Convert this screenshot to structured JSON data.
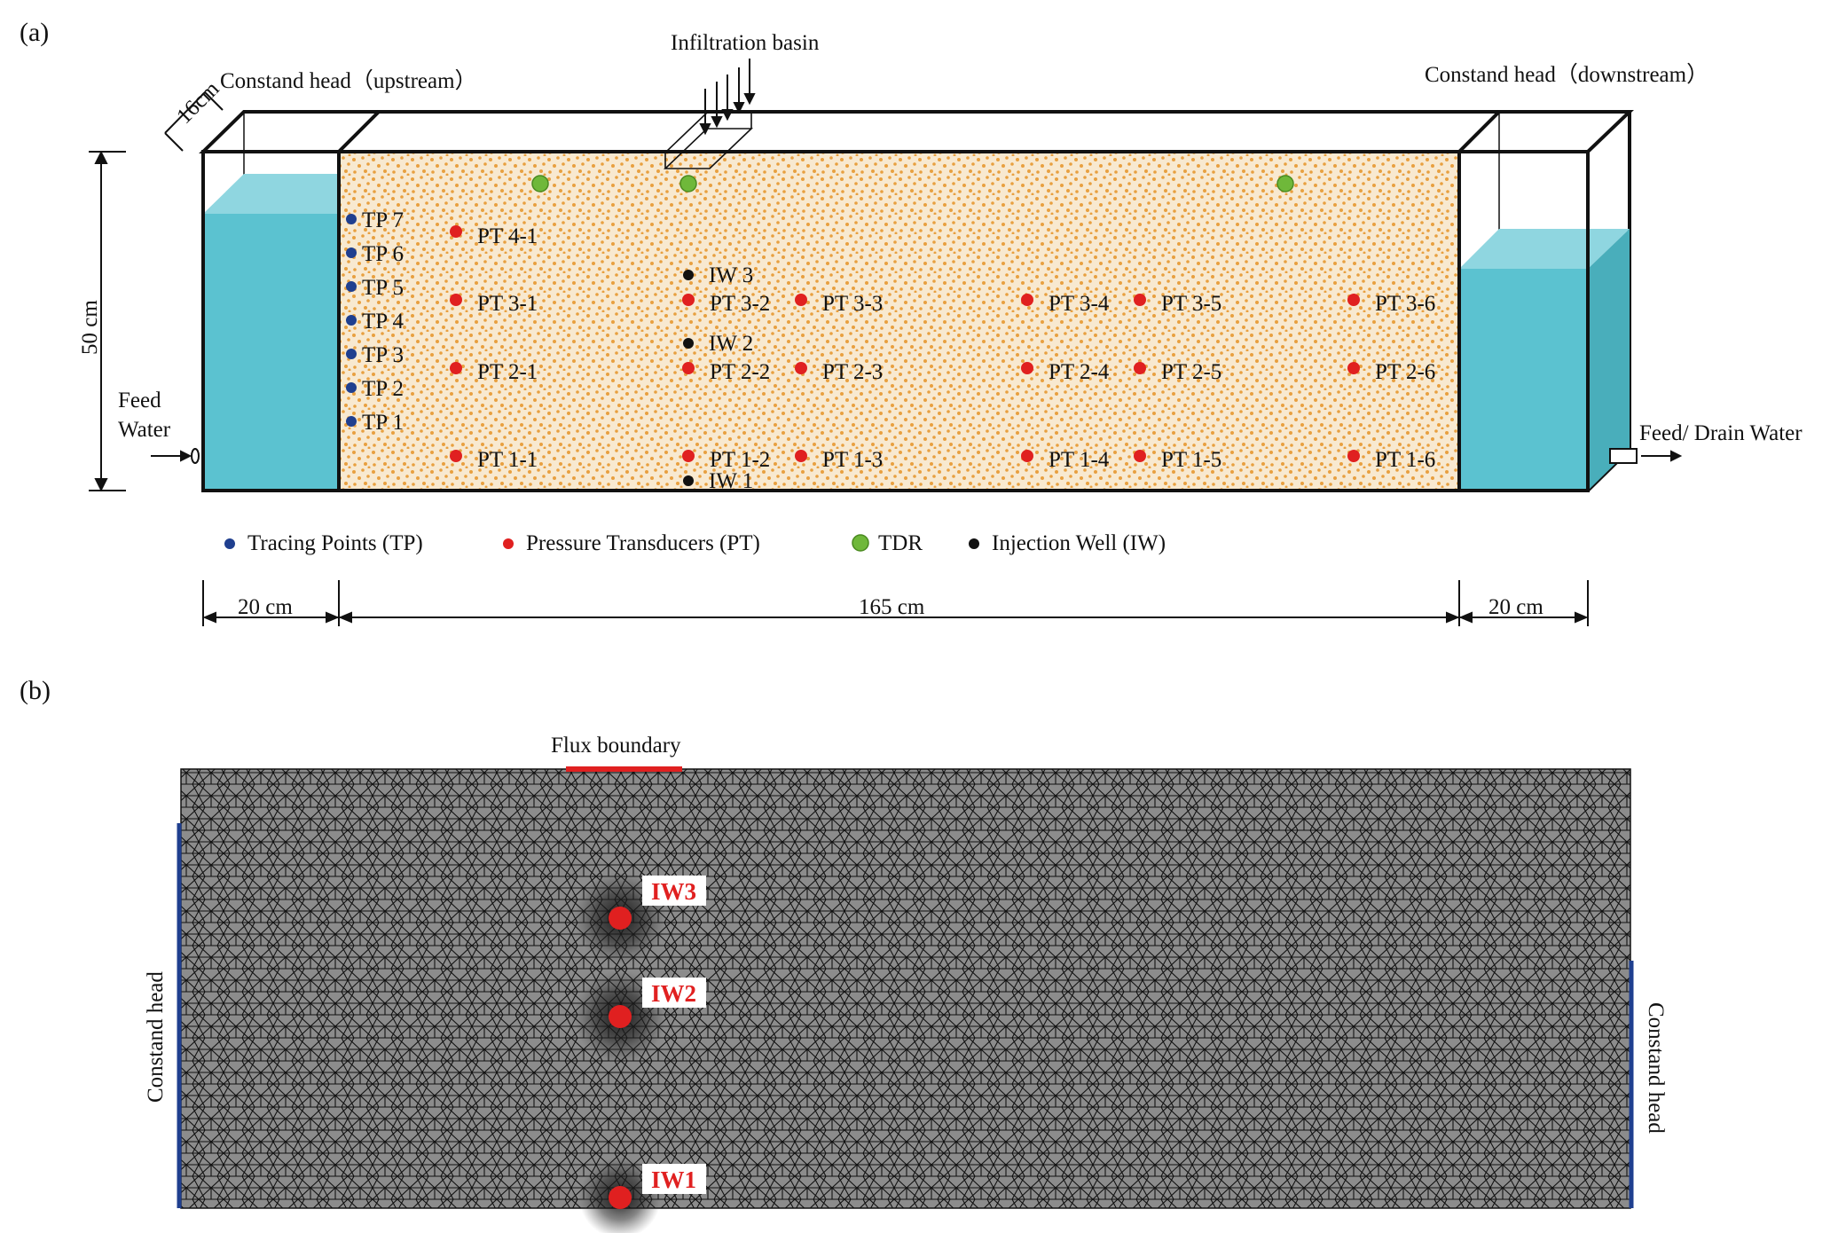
{
  "panel_a": {
    "label": "(a)",
    "infiltration_basin": "Infiltration basin",
    "upstream_label": "Constand head（upstream）",
    "downstream_label": "Constand head（downstream）",
    "width_label": "16cm",
    "height_label": "50 cm",
    "feed_water": [
      "Feed",
      "Water"
    ],
    "drain_water": "Feed/ Drain Water",
    "dimensions": [
      "20 cm",
      "165  cm",
      "20 cm"
    ],
    "tracing_points": [
      "TP 7",
      "TP 6",
      "TP 5",
      "TP 4",
      "TP 3",
      "TP 2",
      "TP 1"
    ],
    "pressure_transducers": [
      "PT 4-1",
      "PT 3-1",
      "PT 3-2",
      "PT 3-3",
      "PT 3-4",
      "PT 3-5",
      "PT 3-6",
      "PT 2-1",
      "PT 2-2",
      "PT 2-3",
      "PT 2-4",
      "PT 2-5",
      "PT 2-6",
      "PT 1-1",
      "PT 1-2",
      "PT 1-3",
      "PT 1-4",
      "PT 1-5",
      "PT 1-6"
    ],
    "injection_wells": [
      "IW 3",
      "IW 2",
      "IW 1"
    ],
    "legend": [
      {
        "label": "Tracing Points (TP)",
        "color": "#1f3f8f"
      },
      {
        "label": "Pressure Transducers (PT)",
        "color": "#e02020"
      },
      {
        "label": "TDR",
        "color": "#6fb83a"
      },
      {
        "label": "Injection Well (IW)",
        "color": "#111111"
      }
    ],
    "colors": {
      "water": "#5bc2d0",
      "sand_fill": "#f8e9d0",
      "sand_grain": "#e8a040"
    }
  },
  "panel_b": {
    "label": "(b)",
    "flux_boundary": "Flux boundary",
    "constant_head_left": "Constand head",
    "constant_head_right": "Constand head",
    "wells": [
      "IW3",
      "IW2",
      "IW1"
    ],
    "colors": {
      "flux": "#e02020",
      "head": "#1f3f8f",
      "mesh_fill": "#8c8c8c"
    }
  }
}
